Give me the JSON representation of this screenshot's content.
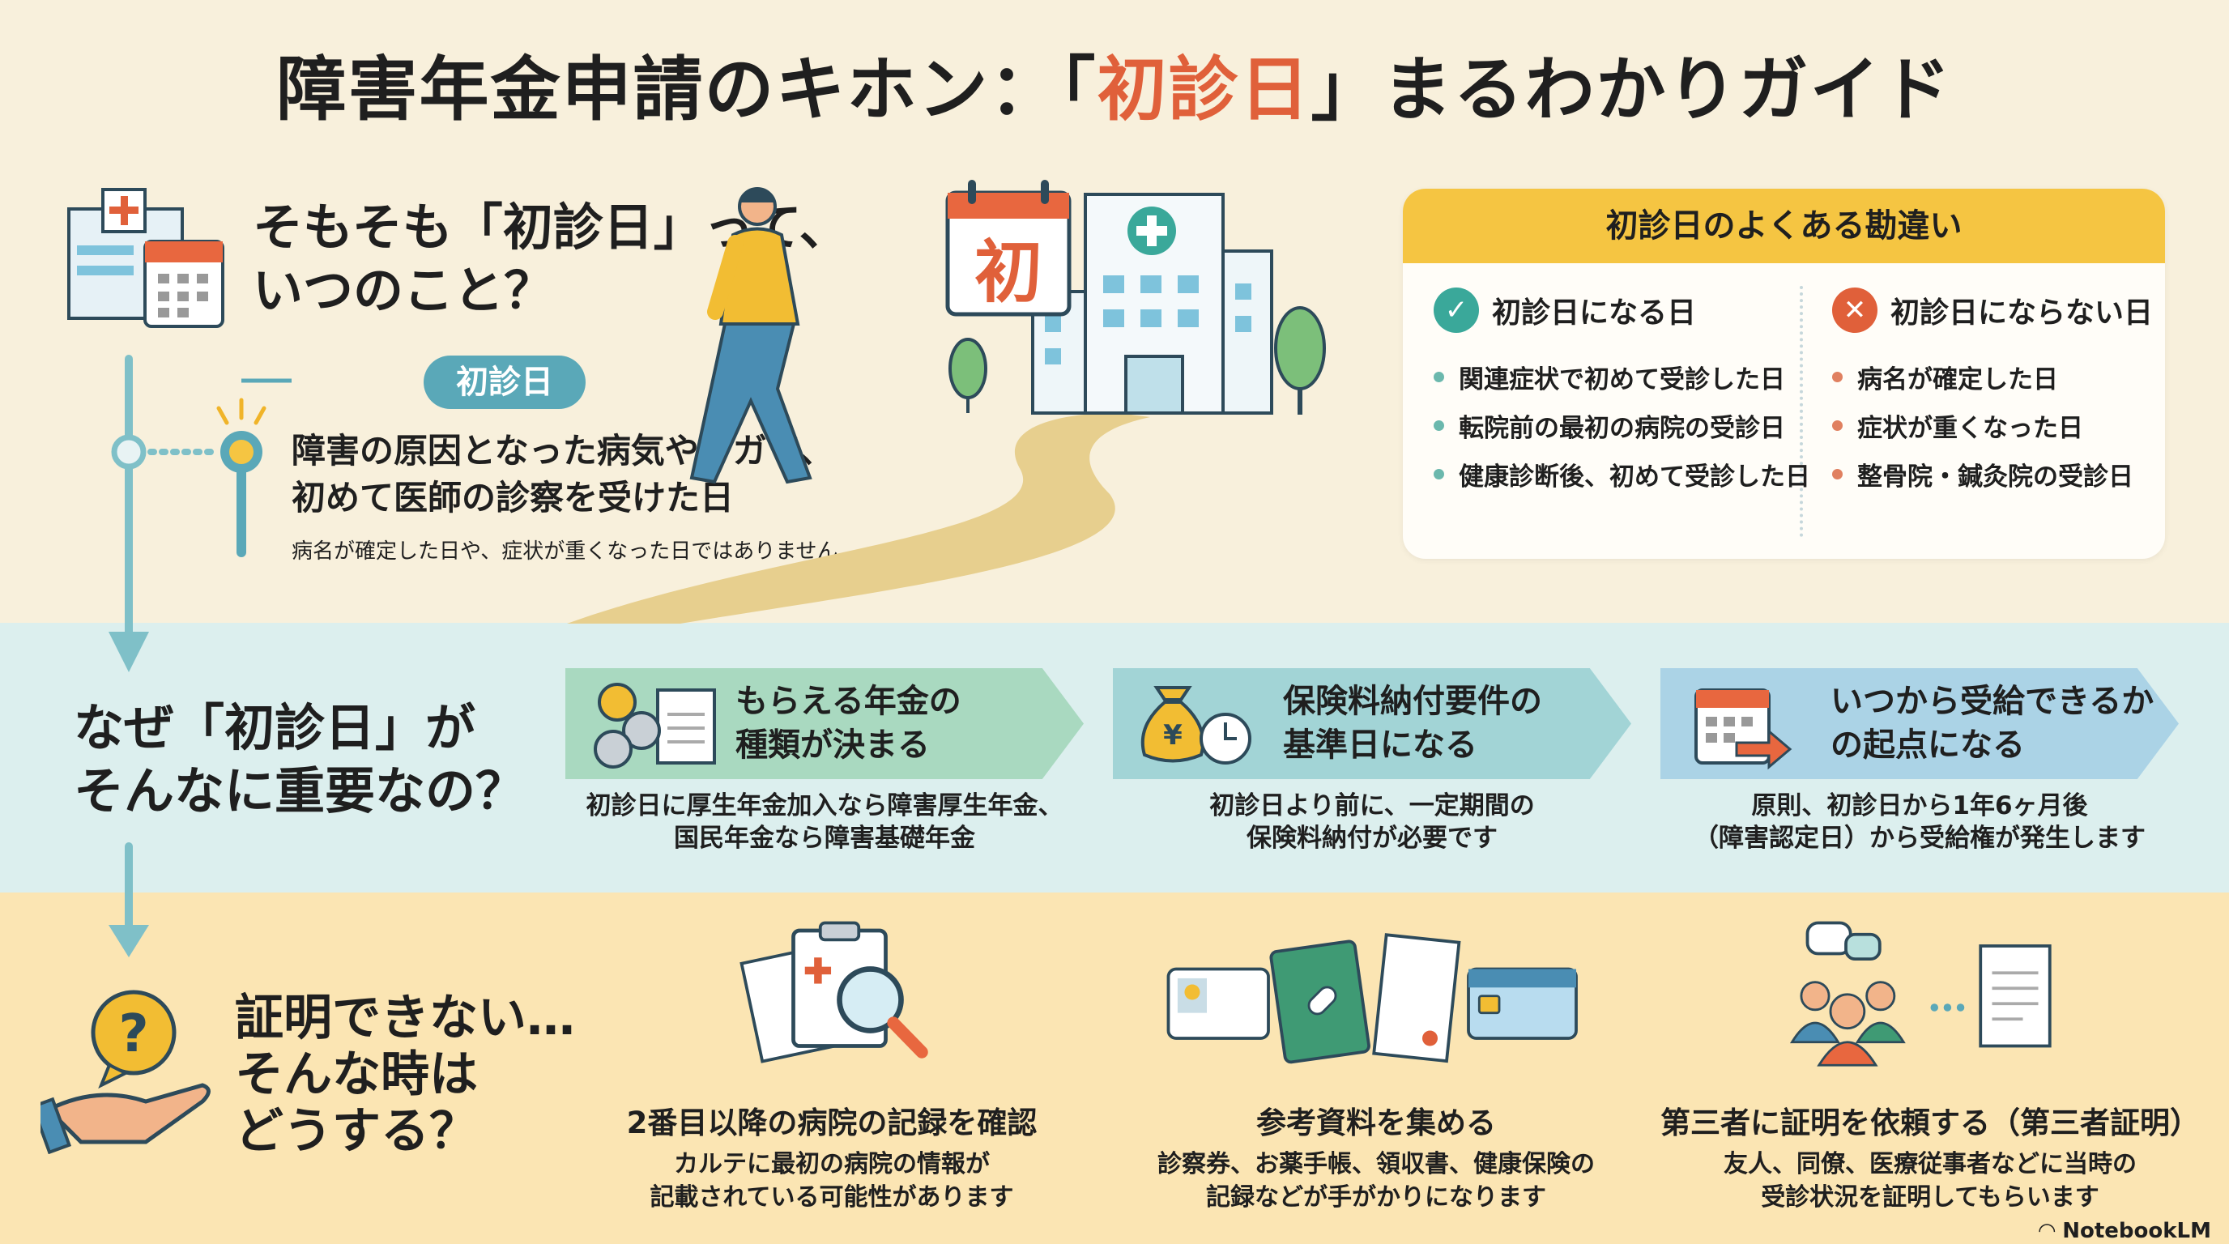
{
  "title": {
    "before": "障害年金申請のキホン：「",
    "highlight": "初診日",
    "after": "」まるわかりガイド"
  },
  "colors": {
    "accent": "#e0603a",
    "teal": "#5aa8b8",
    "yellow": "#f5c542",
    "check": "#3aa89a",
    "cross": "#e0603a"
  },
  "section1": {
    "heading_line1": "そもそも「初診日」って、",
    "heading_line2": "いつのこと？",
    "pill": "初診日",
    "definition_line1": "障害の原因となった病気やケガで、",
    "definition_line2": "初めて医師の診察を受けた日",
    "note": "病名が確定した日や、症状が重くなった日ではありません",
    "illustration_sign": "初",
    "card": {
      "title": "初診日のよくある勘違い",
      "yes": {
        "icon": "check-icon",
        "heading": "初診日になる日",
        "items": [
          "関連症状で初めて受診した日",
          "転院前の最初の病院の受診日",
          "健康診断後、初めて受診した日"
        ]
      },
      "no": {
        "icon": "cross-icon",
        "heading": "初診日にならない日",
        "items": [
          "病名が確定した日",
          "症状が重くなった日",
          "整骨院・鍼灸院の受診日"
        ]
      }
    }
  },
  "section2": {
    "heading_line1": "なぜ「初診日」が",
    "heading_line2": "そんなに重要なの？",
    "points": [
      {
        "icon": "coins-document-icon",
        "title1": "もらえる年金の",
        "title2": "種類が決まる",
        "desc1": "初診日に厚生年金加入なら障害厚生年金、",
        "desc2": "国民年金なら障害基礎年金",
        "color": "#a9d9c0"
      },
      {
        "icon": "money-bag-clock-icon",
        "title1": "保険料納付要件の",
        "title2": "基準日になる",
        "desc1": "初診日より前に、一定期間の",
        "desc2": "保険料納付が必要です",
        "color": "#a2d4d6"
      },
      {
        "icon": "calendar-arrow-icon",
        "title1": "いつから受給できるか",
        "title2": "の起点になる",
        "desc1": "原則、初診日から1年6ヶ月後",
        "desc2": "（障害認定日）から受給権が発生します",
        "color": "#abd3e6"
      }
    ]
  },
  "section3": {
    "heading_line1": "証明できない…",
    "heading_line2": "そんな時は",
    "heading_line3": "どうする？",
    "options": [
      {
        "icon": "clipboard-magnifier-icon",
        "title": "2番目以降の病院の記録を確認",
        "desc1": "カルテに最初の病院の情報が",
        "desc2": "記載されている可能性があります"
      },
      {
        "icon": "documents-cards-icon",
        "title": "参考資料を集める",
        "desc1": "診察券、お薬手帳、領収書、健康保険の",
        "desc2": "記録などが手がかりになります"
      },
      {
        "icon": "people-document-icon",
        "title": "第三者に証明を依頼する（第三者証明）",
        "desc1": "友人、同僚、医療従事者などに当時の",
        "desc2": "受診状況を証明してもらいます"
      }
    ]
  },
  "watermark": "NotebookLM"
}
